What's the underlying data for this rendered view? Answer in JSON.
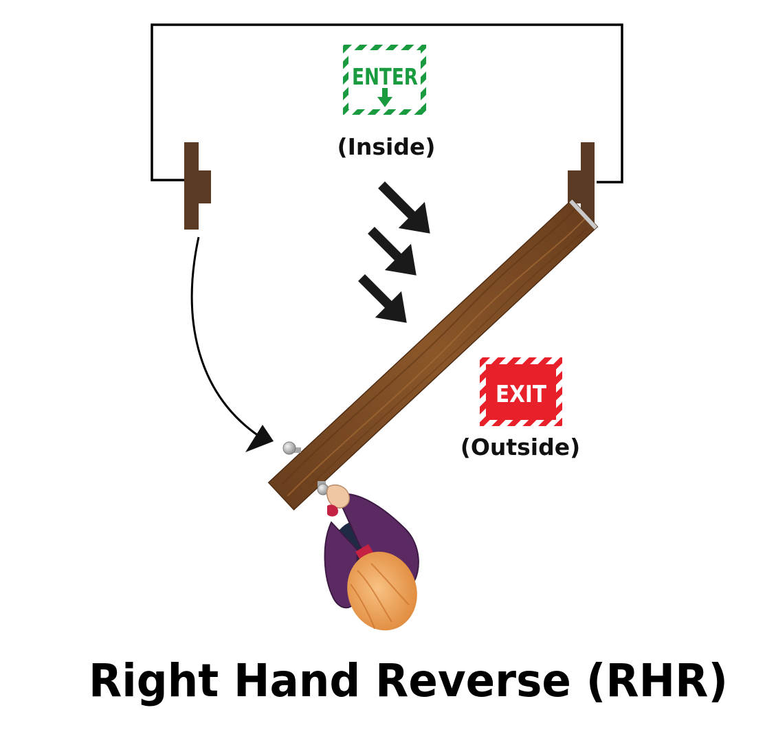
{
  "title": "Right Hand Reverse (RHR)",
  "enter_sign": {
    "text": "ENTER",
    "caption": "(Inside)",
    "color": "#1a9b3f"
  },
  "exit_sign": {
    "text": "EXIT",
    "caption": "(Outside)",
    "color": "#e8202a"
  },
  "colors": {
    "frame": "#000000",
    "jamb": "#5a3a22",
    "door_wood": "#7b4b26",
    "door_wood_light": "#95602f",
    "arrow": "#1a1a1a",
    "hardware": "#b5b5b5",
    "shirt": "#5b2a63",
    "hair": "#f0a860",
    "skin": "#f1c7a3"
  },
  "icons": [
    "enter-arrow-icon",
    "direction-arrow-icon",
    "swing-arc-arrow-icon",
    "hinge-icon",
    "door-knob-icon",
    "person-figure-icon"
  ]
}
